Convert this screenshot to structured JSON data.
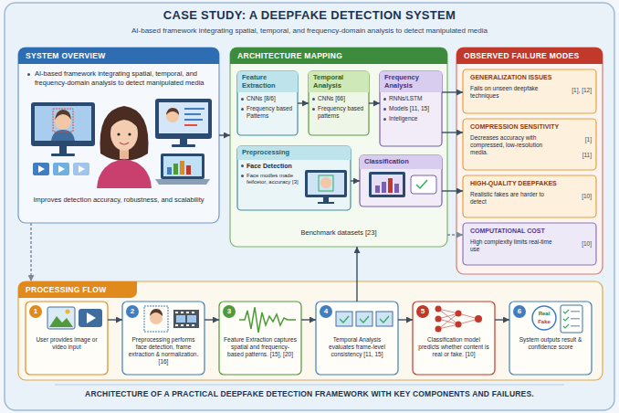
{
  "diagram": {
    "title": "CASE STUDY: A DEEPFAKE DETECTION SYSTEM",
    "caption": "ARCHITECTURE OF A PRACTICAL DEEPFAKE DETECTION FRAMEWORK WITH KEY COMPONENTS AND FAILURES.",
    "nodes": [
      {
        "text": [
          "SYSTEM OVERVIEW",
          "AI-based framework integrating spatial, temporal, and frequency-domain analysis to detect manipulated media",
          "Improves detection accuracy, robustness, and scalability"
        ]
      },
      {
        "text": [
          "ARCHITECTURE MAPPING",
          "Benchmark datasets [23]"
        ]
      },
      {
        "text": [
          "Feature Extraction",
          "CNNs [8/6]",
          "Frequency based Patterns"
        ],
        "in": 1
      },
      {
        "text": [
          "Temporal Analysis",
          "CNNs [66]",
          "Frequency based patterns"
        ],
        "in": 1
      },
      {
        "text": [
          "Frequency Analysis",
          "RNNs/LSTM",
          "Models [11, 15]",
          "Inteligence"
        ],
        "in": 1
      },
      {
        "text": [
          "Preprocessing",
          "Face Detection",
          "Face modles made feifcetor, accuracy [3]"
        ],
        "in": 1
      },
      {
        "text": [
          "Classification"
        ],
        "in": 1
      },
      {
        "text": [
          "OBSERVED FAILURE MODES"
        ]
      },
      {
        "text": [
          "GENERALIZATION ISSUES",
          "Fails on unseen deepfake techniques",
          "[1], [12]"
        ],
        "in": 7
      },
      {
        "text": [
          "COMPRESSION SENSITIVITY",
          "Decreases accuracy with compressed, low-resolution media.",
          "[1]",
          "[11]"
        ],
        "in": 7
      },
      {
        "text": [
          "HIGH-QUALITY DEEPFAKES",
          "Realistic fakes are harder to detect",
          "[10]"
        ],
        "in": 7
      },
      {
        "text": [
          "COMPUTATIONAL COST",
          "High complexity limits real-time use",
          "[10]"
        ],
        "in": 7
      },
      {
        "text": [
          "PROCESSING FLOW"
        ]
      },
      {
        "text": [
          "1",
          "User provides image or video input"
        ],
        "in": 12
      },
      {
        "text": [
          "2",
          "Preprocessing performs face detection, frame extraction & normalization. [16]"
        ],
        "in": 12
      },
      {
        "text": [
          "3",
          "Feature Extraction captures spatial and frequency-based patterns. [15], [20]"
        ],
        "in": 12
      },
      {
        "text": [
          "4",
          "Temporal Analysis evaluates frame-level consistency [11, 15]"
        ],
        "in": 12
      },
      {
        "text": [
          "5",
          "Classification model predicts whether content is real or fake. [10]"
        ],
        "in": 12
      },
      {
        "text": [
          "6",
          "System outputs result & confidence score"
        ],
        "in": 12
      }
    ],
    "edges": [
      {
        "from": 0,
        "to": 1,
        "arrow": "to"
      },
      {
        "from": 2,
        "to": 3,
        "arrow": "to"
      },
      {
        "from": 3,
        "to": 4,
        "arrow": "to"
      },
      {
        "from": 5,
        "to": 6,
        "arrow": "to"
      },
      {
        "from": 4,
        "to": 8,
        "arrow": "to"
      },
      {
        "from": 4,
        "to": 9,
        "arrow": "to"
      },
      {
        "from": 6,
        "to": 10,
        "arrow": "to"
      },
      {
        "from": 1,
        "to": 11,
        "arrow": "to"
      },
      {
        "from": 0,
        "to": 12,
        "arrow": "to"
      },
      {
        "from": 16,
        "to": 1,
        "arrow": "to"
      },
      {
        "from": 13,
        "to": 14,
        "arrow": "to"
      },
      {
        "from": 14,
        "to": 15,
        "arrow": "to"
      },
      {
        "from": 15,
        "to": 16,
        "arrow": "to"
      },
      {
        "from": 16,
        "to": 17,
        "arrow": "to"
      },
      {
        "from": 17,
        "to": 18,
        "arrow": "to"
      }
    ],
    "labels": [
      "AI-based framework integrating spatial, temporal, and frequency-domain analysis to detect manipulated media",
      "Real",
      "Fake"
    ]
  }
}
